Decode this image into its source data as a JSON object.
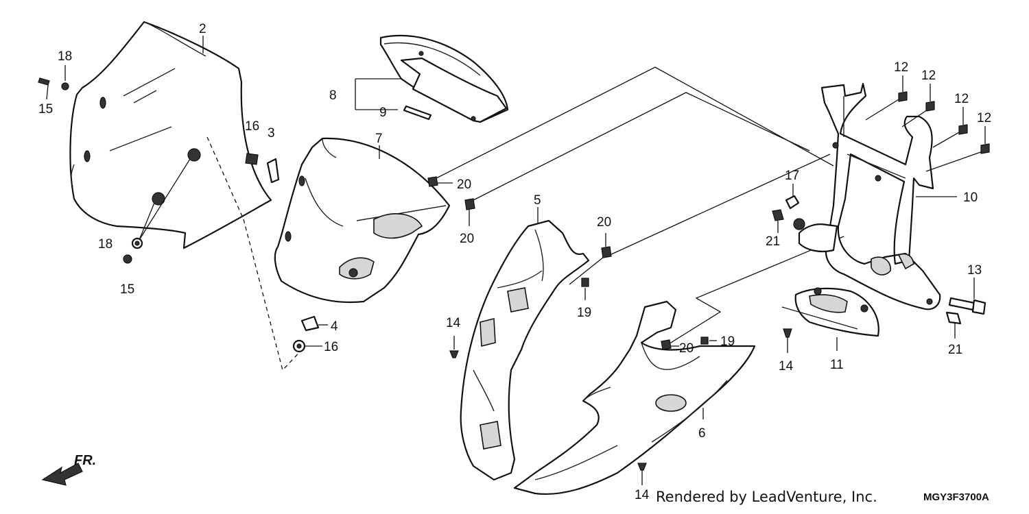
{
  "callouts": {
    "c1": "2",
    "c2": "18",
    "c3": "15",
    "c4": "16",
    "c5": "3",
    "c6": "18",
    "c7": "15",
    "c8": "8",
    "c9": "9",
    "c10": "7",
    "c11": "4",
    "c12": "16",
    "c13": "20",
    "c14": "20",
    "c15": "5",
    "c16": "20",
    "c17": "19",
    "c18": "14",
    "c19": "20",
    "c20": "19",
    "c21": "6",
    "c22": "14",
    "c23": "12",
    "c24": "12",
    "c25": "12",
    "c26": "12",
    "c27": "10",
    "c28": "17",
    "c29": "21",
    "c30": "13",
    "c31": "21",
    "c32": "14",
    "c33": "11"
  },
  "footer": {
    "credit": "Rendered by LeadVenture, Inc.",
    "diagram_code": "MGY3F3700A"
  },
  "direction_label": "FR."
}
